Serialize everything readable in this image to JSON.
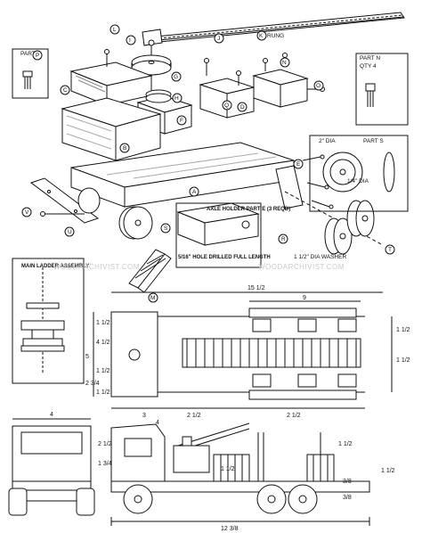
{
  "part_letters": [
    "A",
    "B",
    "C",
    "D",
    "E",
    "F",
    "G",
    "H",
    "I",
    "J",
    "K",
    "L",
    "M",
    "N",
    "O",
    "P",
    "Q",
    "R",
    "S",
    "T",
    "U",
    "V"
  ],
  "callouts": {
    "rung": "RUNG",
    "part_p": "PART P",
    "part_n": "PART N",
    "part_n_sub": "QTY 4",
    "part_s": "PART S",
    "two_dia": "2\" DIA",
    "axle_holder": "AXLE HOLDER PART E (3 REQD)",
    "hole_note": "5/16\" HOLE DRILLED FULL LENGTH",
    "washer_note": "1 1/2\" DIA WASHER",
    "main_ladder": "MAIN LADDER ASSEMBLY",
    "quarter_dia": "1/4\" DIA"
  },
  "dimensions": {
    "top_overall": "15 1/2",
    "top_inner": "9",
    "left_a": "1 1/2",
    "left_b": "4 1/2",
    "left_c": "5",
    "left_d": "1 1/2",
    "left_e": "2 3/4",
    "left_f": "1 1/2",
    "right_a": "1 1/2",
    "right_b": "1 1/2",
    "bottom_a": "3",
    "bottom_b": "2 1/2",
    "bottom_c": "2 1/2",
    "side_a": "4",
    "side_b": "2 1/2",
    "side_c": "1 3/4",
    "side_d": "1 1/2",
    "side_e": "1 1/2",
    "side_f": "3/8",
    "side_g": "3/8",
    "side_h": "1 1/2",
    "side_overall": "12 3/8",
    "side_angle": "4"
  },
  "watermark": "WOODARCHIVIST.COM"
}
